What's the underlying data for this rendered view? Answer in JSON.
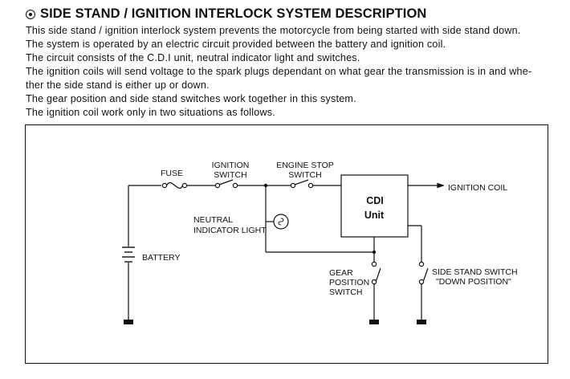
{
  "heading": {
    "title": "SIDE STAND / IGNITION INTERLOCK SYSTEM DESCRIPTION",
    "bullet_icon": "circle-dot-icon"
  },
  "description": [
    "This side stand / ignition interlock system prevents the motorcycle from being started with side stand down.",
    "The system is operated by an electric circuit provided between  the battery and ignition coil.",
    "The circuit consists of the C.D.I unit, neutral indicator light and switches.",
    "The ignition coils will send voltage to the spark plugs dependant on what gear the transmission is in and whe-",
    "ther the side stand is either up or down.",
    "The gear position and side stand switches work together in this system.",
    "The ignition coil work only in two situations as follows."
  ],
  "diagram": {
    "fuse": "FUSE",
    "ignition_switch": [
      "IGNITION",
      "SWITCH"
    ],
    "engine_stop_switch": [
      "ENGINE STOP",
      "SWITCH"
    ],
    "cdi_unit": [
      "CDI",
      "Unit"
    ],
    "ignition_coil": "IGNITION COIL",
    "neutral_indicator_light": [
      "NEUTRAL",
      "INDICATOR LIGHT"
    ],
    "battery": "BATTERY",
    "gear_position_switch": [
      "GEAR",
      "POSITION",
      "SWITCH"
    ],
    "side_stand_switch": [
      "SIDE STAND SWITCH",
      "\"DOWN POSITION\""
    ]
  }
}
